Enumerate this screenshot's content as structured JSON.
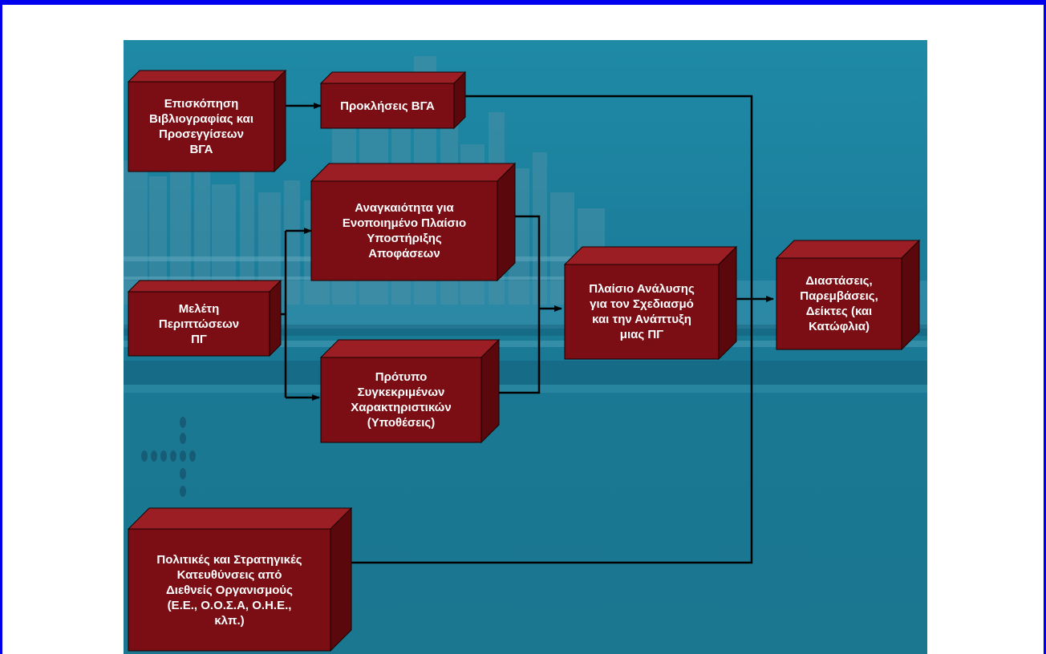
{
  "diagram": {
    "nodes": {
      "literature_review": "Επισκόπηση\nΒιβλιογραφίας και\nΠροσεγγίσεων\nΒΓΑ",
      "challenges": "Προκλήσεις ΒΓΑ",
      "need_framework": "Αναγκαιότητα για\nΕνοποιημένο Πλαίσιο\nΥποστήριξης\nΑποφάσεων",
      "case_study": "Μελέτη\nΠεριπτώσεων\nΠΓ",
      "pattern": "Πρότυπο\nΣυγκεκριμένων\nΧαρακτηριστικών\n(Υποθέσεις)",
      "analysis_framework": "Πλαίσιο Ανάλυσης\nγια τον Σχεδιασμό\nκαι την Ανάπτυξη\nμιας ΠΓ",
      "dimensions": "Διαστάσεις,\nΠαρεμβάσεις,\nΔείκτες (και\nΚατώφλια)",
      "policies": "Πολιτικές και Στρατηγικές\nΚατευθύνσεις από\nΔιεθνείς Οργανισμούς\n(Ε.Ε., Ο.Ο.Σ.Α, Ο.Η.Ε.,\nκλπ.)"
    },
    "colors": {
      "box_front": "#7a0e14",
      "box_top": "#9a1e24",
      "box_side": "#5a080c",
      "border": "#1a0000",
      "connector": "#000000",
      "frame": "#0000ee",
      "slide_bg": "#1b7e9b"
    }
  }
}
